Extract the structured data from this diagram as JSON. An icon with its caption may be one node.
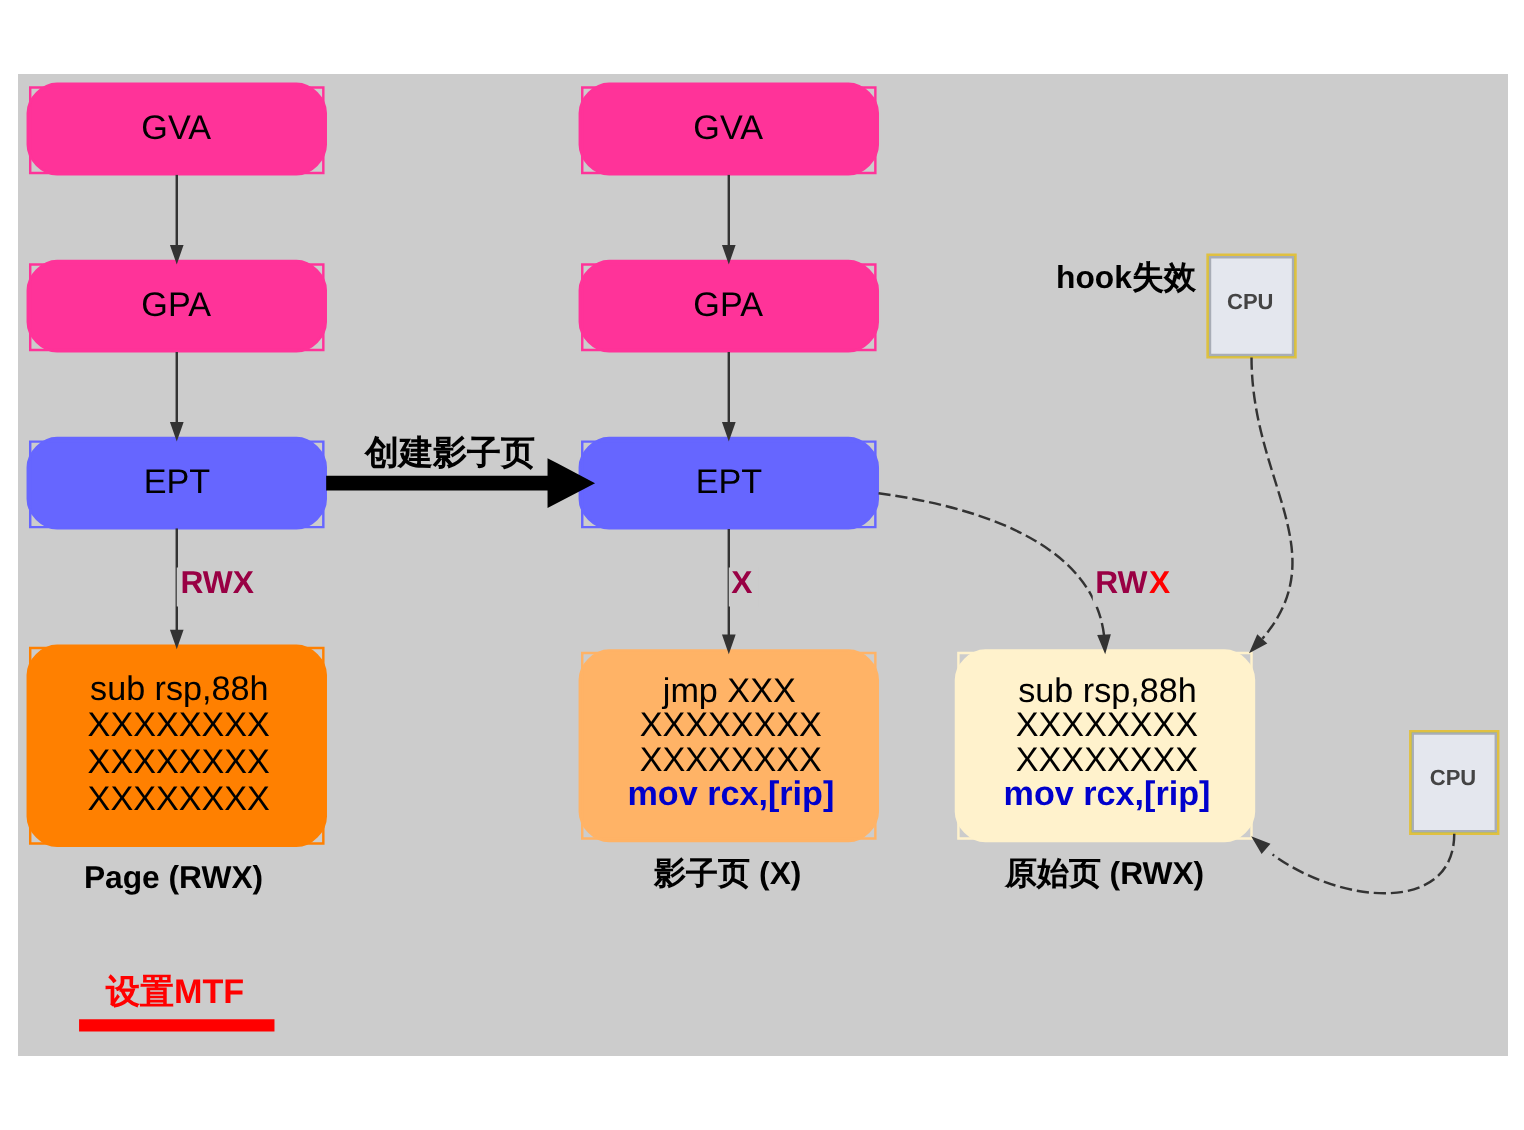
{
  "diagram": {
    "nodes": [
      {
        "text": [
          "GVA"
        ]
      },
      {
        "text": [
          "GPA"
        ]
      },
      {
        "text": [
          "EPT"
        ]
      },
      {
        "text": [
          "sub rsp,88h",
          "XXXXXXXX",
          "XXXXXXXX",
          "XXXXXXXX"
        ],
        "beside": [
          "Page (RWX)"
        ]
      },
      {
        "text": [
          "GVA"
        ]
      },
      {
        "text": [
          "GPA"
        ]
      },
      {
        "text": [
          "EPT"
        ]
      },
      {
        "text": [
          "jmp XXX",
          "XXXXXXXX",
          "XXXXXXXX",
          "mov rcx,[rip]"
        ],
        "beside": [
          "影子页 (X)"
        ]
      },
      {
        "text": [
          "sub rsp,88h",
          "XXXXXXXX",
          "XXXXXXXX",
          "mov rcx,[rip]"
        ],
        "beside": [
          "原始页 (RWX)"
        ]
      },
      {
        "text": [
          "CPU"
        ],
        "beside": [
          "hook失效"
        ]
      },
      {
        "text": [
          "CPU"
        ]
      }
    ],
    "edges": [
      {
        "from": 0,
        "to": 1,
        "arrow": "to"
      },
      {
        "from": 1,
        "to": 2,
        "arrow": "to"
      },
      {
        "from": 2,
        "to": 3,
        "arrow": "to",
        "label": "RWX"
      },
      {
        "from": 2,
        "to": 6,
        "arrow": "to",
        "label": "创建影子页",
        "style": "thick"
      },
      {
        "from": 4,
        "to": 5,
        "arrow": "to"
      },
      {
        "from": 5,
        "to": 6,
        "arrow": "to"
      },
      {
        "from": 6,
        "to": 7,
        "arrow": "to",
        "label": "X"
      },
      {
        "from": 6,
        "to": 8,
        "arrow": "to",
        "label": "RWX",
        "style": "dashed"
      },
      {
        "from": 9,
        "to": 8,
        "arrow": "to",
        "style": "dashed"
      },
      {
        "from": 10,
        "to": 8,
        "arrow": "to",
        "style": "dashed"
      }
    ],
    "labels": [
      "设置MTF"
    ]
  }
}
